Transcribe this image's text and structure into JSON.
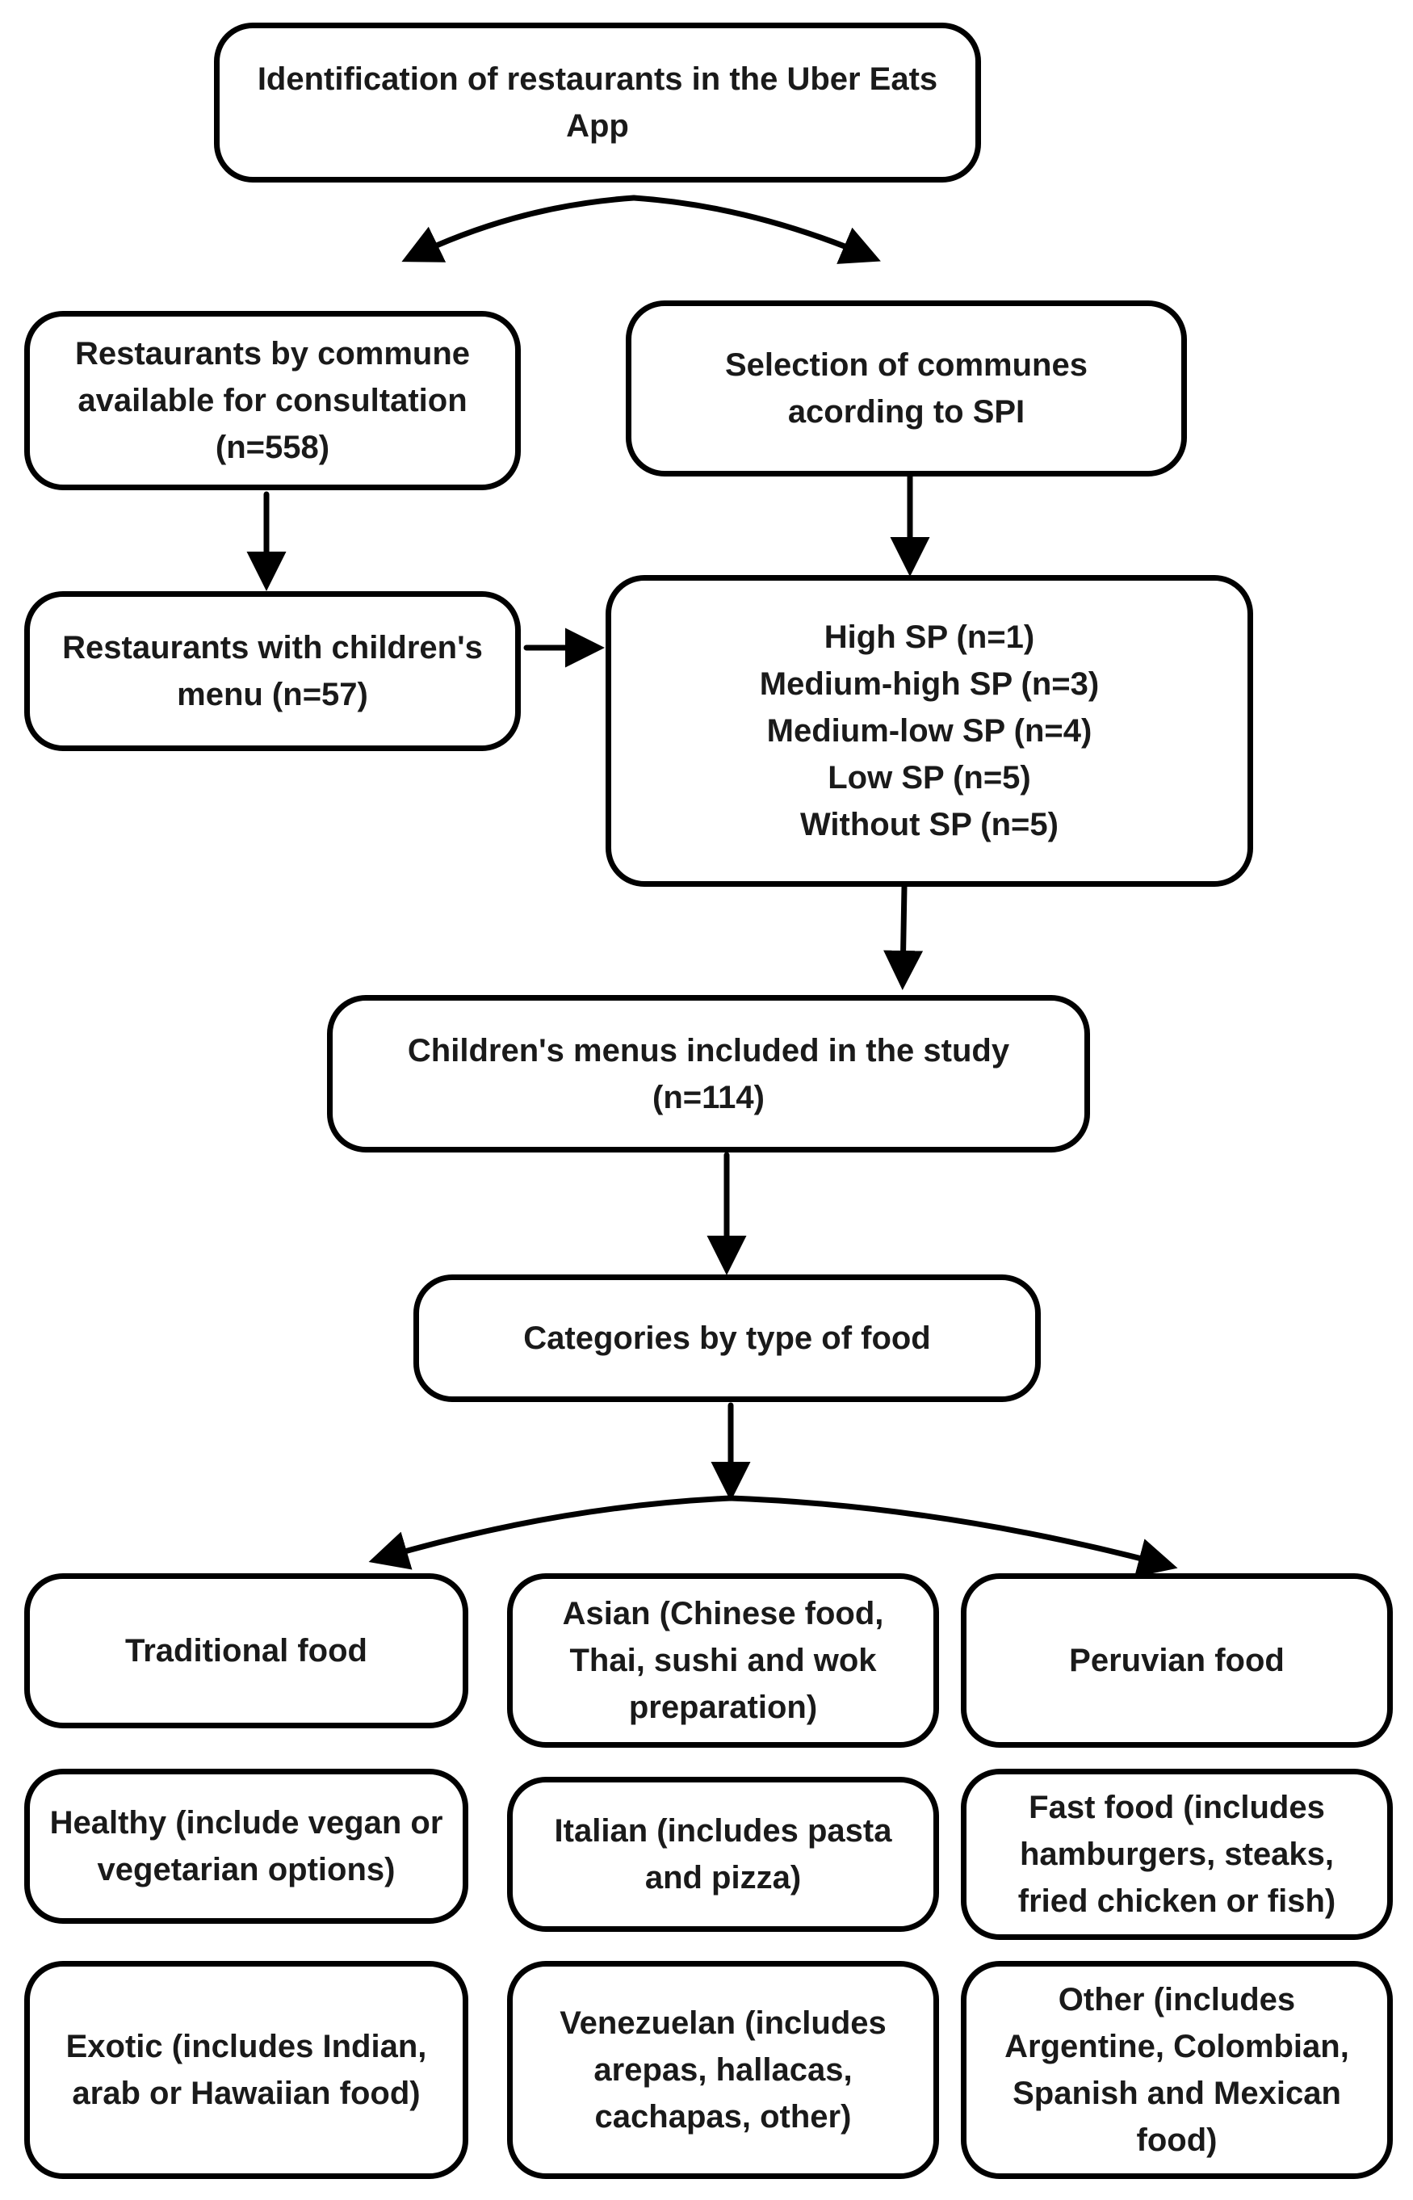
{
  "nodes": {
    "identification": {
      "label": "Identification of restaurants in the Uber Eats App"
    },
    "restaurants_by_commune": {
      "lines": [
        "Restaurants by commune",
        "available for consultation",
        "(n=558)"
      ]
    },
    "selection_communes": {
      "label": "Selection of communes acording to SPI"
    },
    "restaurants_children_menu": {
      "lines": [
        "Restaurants with children's",
        "menu (n=57)"
      ]
    },
    "sp_levels": {
      "lines": [
        "High SP (n=1)",
        "Medium-high SP (n=3)",
        "Medium-low SP (n=4)",
        "Low SP (n=5)",
        "Without SP (n=5)"
      ]
    },
    "children_menus": {
      "lines": [
        "Children's menus included in the study",
        "(n=114)"
      ]
    },
    "categories": {
      "label": "Categories by type of food"
    },
    "traditional": {
      "label": "Traditional food"
    },
    "asian": {
      "label": "Asian (Chinese food, Thai, sushi and wok preparation)"
    },
    "peruvian": {
      "label": "Peruvian food"
    },
    "healthy": {
      "label": "Healthy (include vegan or vegetarian options)"
    },
    "italian": {
      "label": "Italian (includes pasta and  pizza)"
    },
    "fast_food": {
      "label": "Fast food (includes hamburgers, steaks, fried chicken or fish)"
    },
    "exotic": {
      "label": "Exotic (includes Indian, arab or Hawaiian food)"
    },
    "venezuelan": {
      "label": "Venezuelan (includes arepas, hallacas, cachapas, other)"
    },
    "other": {
      "label": "Other (includes Argentine, Colombian, Spanish and Mexican food)"
    }
  }
}
